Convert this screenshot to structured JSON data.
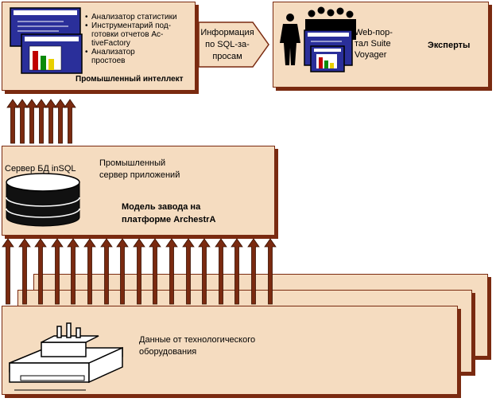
{
  "top": {
    "bi": {
      "items": [
        {
          "lines": [
            "Анализатор статистики"
          ]
        },
        {
          "lines": [
            "Инструментарий под-",
            "готовки отчетов Ac-",
            "tiveFactory"
          ]
        },
        {
          "lines": [
            "Анализатор",
            "простоев"
          ]
        }
      ],
      "title": "Промышленный интеллект"
    },
    "info_arrow": [
      "Информация",
      "по SQL-за-",
      "просам"
    ],
    "portal": {
      "label": [
        "Web-пор-",
        "тал Suite",
        "Voyager"
      ],
      "experts": "Эксперты"
    }
  },
  "middle": {
    "db_label": "Сервер БД inSQL",
    "app_server": [
      "Промышленный",
      "сервер приложений"
    ],
    "model": [
      "Модель завода на",
      "платформе ArchestrA"
    ]
  },
  "bottom": {
    "equipment": [
      "Данные от технологического",
      "оборудования"
    ]
  },
  "colors": {
    "box_fill": "#f5dcc0",
    "box_border": "#7a2a10",
    "arrow": "#7a2a10",
    "screen": "#2a2f9a"
  }
}
